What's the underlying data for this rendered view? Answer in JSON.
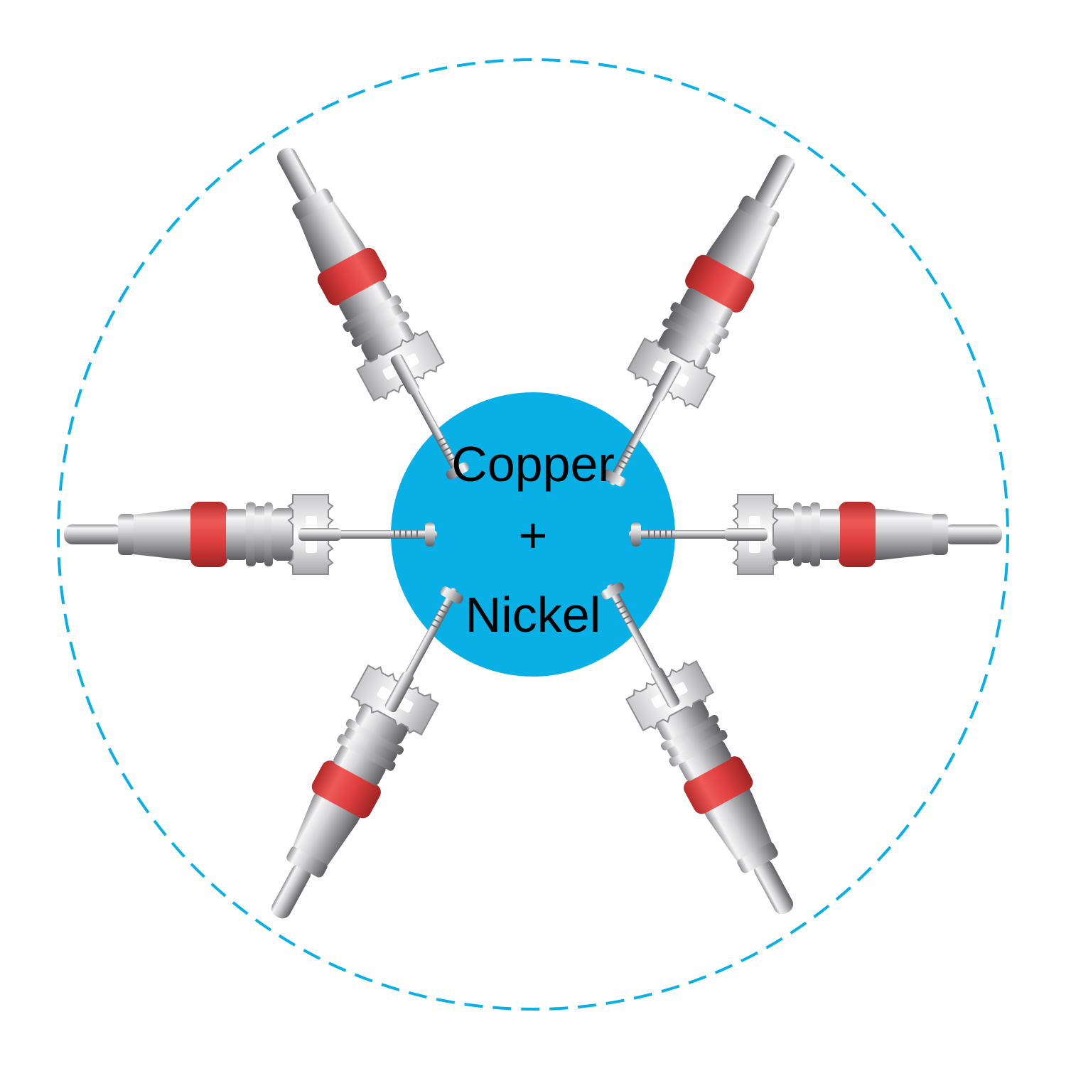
{
  "product_image": {
    "center_text": {
      "line1": "Copper",
      "line2": "+",
      "line3": "Nickel"
    },
    "colors": {
      "accent_blue": "#08b0e6",
      "seal_red": "#e0403f",
      "metal_silver": "#c7c7c9",
      "text": "#000000",
      "background": "#ffffff"
    },
    "items": [
      {
        "name": "valve-core",
        "icon": "valve-core-icon"
      },
      {
        "name": "valve-core",
        "icon": "valve-core-icon"
      },
      {
        "name": "valve-core",
        "icon": "valve-core-icon"
      },
      {
        "name": "valve-core",
        "icon": "valve-core-icon"
      },
      {
        "name": "valve-core",
        "icon": "valve-core-icon"
      },
      {
        "name": "valve-core",
        "icon": "valve-core-icon"
      }
    ]
  }
}
